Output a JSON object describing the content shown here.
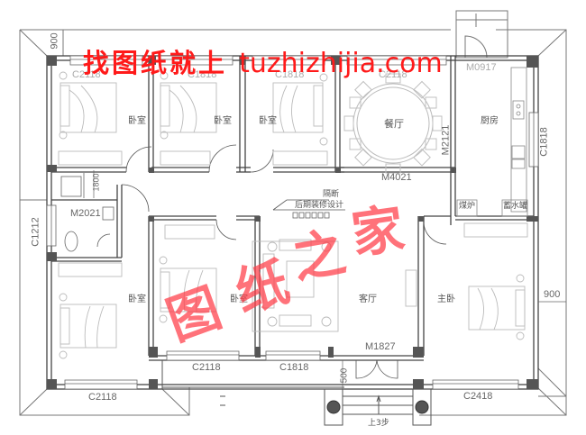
{
  "watermark": {
    "top_cn": "找图纸就上",
    "top_url": "tuzhizhijia.com",
    "center_chars": [
      "图",
      "纸",
      "之",
      "家"
    ],
    "color": "#ff1a1a"
  },
  "rooms": {
    "bedroom_top_left": "卧室",
    "bedroom_top_mid": "卧室",
    "bedroom_top_right": "卧室",
    "dining": "餐厅",
    "kitchen": "厨房",
    "bedroom_bottom_left": "卧室",
    "bedroom_bottom_mid": "卧室",
    "living": "客厅",
    "master": "主卧"
  },
  "fixtures": {
    "stove": "煤炉",
    "water_tank": "蓄水罐",
    "partition": "隔断",
    "partition_note": "后期装修设计",
    "steps": "上3步"
  },
  "openings": {
    "window_top_left": "C2118",
    "window_top_mid": "C1818",
    "window_top_right": "C1818",
    "window_dining": "C2118",
    "door_kitchen_back": "M0917",
    "door_dining_kitchen": "M2121",
    "door_dining": "M4021",
    "door_bath": "M2021",
    "window_bath": "C1212",
    "window_kitchen": "C1818",
    "window_bottom_left": "C2118",
    "window_bottom_mid": "C2118",
    "window_bottom_living": "C1818",
    "door_main": "M1827",
    "window_master": "C2418"
  },
  "dimensions": {
    "eave_top_left": "900",
    "eave_right": "900",
    "bath_dim": "1800",
    "porch_depth": "500"
  },
  "colors": {
    "wall": "#4a4a4a",
    "wall_fill": "#ffffff",
    "column": "#555555",
    "furniture": "#b8b8b8",
    "text": "#555555"
  }
}
